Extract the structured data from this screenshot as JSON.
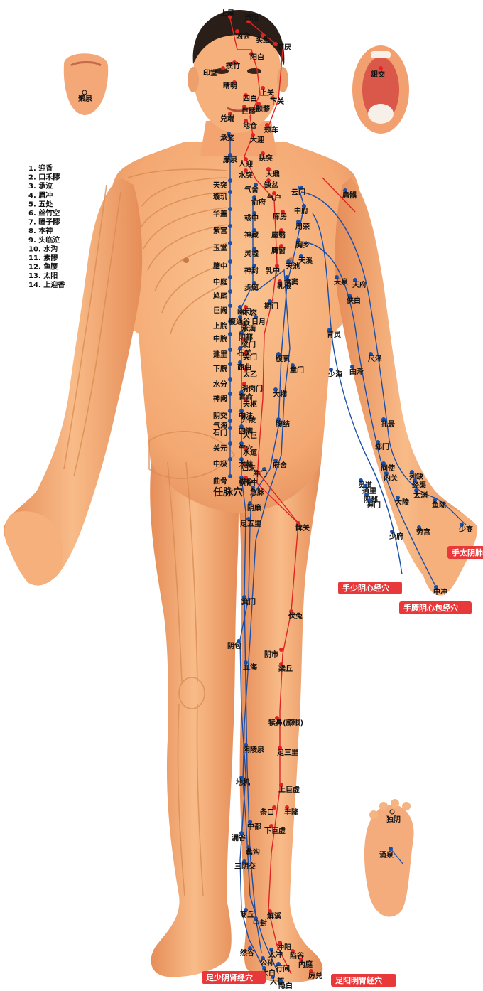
{
  "legend": [
    "1. 迎香",
    "2. 口禾髎",
    "3. 承泣",
    "4. 眉冲",
    "5. 五处",
    "6. 丝竹空",
    "7. 瞳子髎",
    "8. 本神",
    "9. 头临泣",
    "10. 水沟",
    "11. 素髎",
    "12. 鱼腰",
    "13. 太阳",
    "14. 上迎香"
  ],
  "meridian_badges": {
    "lung": "手太阴肺",
    "heart": "手少阴心经穴",
    "pericardium": "手厥阴心包经穴",
    "kidney": "足少阴肾经穴",
    "stomach": "足阳明胃经穴"
  },
  "ren_label": "任脉穴",
  "inset_labels": {
    "tongue": "聚泉",
    "mouth": "龈交",
    "foot_top": "独阴",
    "foot_sole": "涌泉"
  },
  "colors": {
    "blue": "#1a4fa8",
    "red": "#e02424",
    "badge": "#e8383a"
  },
  "points": {
    "red": [
      {
        "n": "上星"
      },
      {
        "n": "当阳"
      },
      {
        "n": "囟会"
      },
      {
        "n": "头维"
      },
      {
        "n": "额厌"
      },
      {
        "n": "阳白"
      },
      {
        "n": "攒竹"
      },
      {
        "n": "印堂"
      },
      {
        "n": "睛明"
      },
      {
        "n": "上关"
      },
      {
        "n": "四白"
      },
      {
        "n": "下关"
      },
      {
        "n": "巨髎"
      },
      {
        "n": "颧髎"
      },
      {
        "n": "地仓"
      },
      {
        "n": "颊车"
      },
      {
        "n": "兑端"
      },
      {
        "n": "大迎"
      },
      {
        "n": "人迎"
      },
      {
        "n": "扶突"
      },
      {
        "n": "水突"
      },
      {
        "n": "天鼎"
      },
      {
        "n": "缺盆"
      },
      {
        "n": "气户"
      },
      {
        "n": "库房"
      },
      {
        "n": "屋翳"
      },
      {
        "n": "膺窗"
      },
      {
        "n": "乳中"
      },
      {
        "n": "乳根"
      },
      {
        "n": "不容"
      },
      {
        "n": "承满"
      },
      {
        "n": "梁门"
      },
      {
        "n": "关门"
      },
      {
        "n": "太乙"
      },
      {
        "n": "滑肉门"
      },
      {
        "n": "天枢"
      },
      {
        "n": "外陵"
      },
      {
        "n": "大巨"
      },
      {
        "n": "水道"
      },
      {
        "n": "归来"
      },
      {
        "n": "气冲"
      },
      {
        "n": "髀关"
      },
      {
        "n": "伏兔"
      },
      {
        "n": "阴市"
      },
      {
        "n": "梁丘"
      },
      {
        "n": "犊鼻(膝眼)"
      },
      {
        "n": "足三里"
      },
      {
        "n": "上巨虚"
      },
      {
        "n": "条口"
      },
      {
        "n": "丰隆"
      },
      {
        "n": "下巨虚"
      },
      {
        "n": "解溪"
      },
      {
        "n": "冲阳"
      },
      {
        "n": "陷谷"
      },
      {
        "n": "内庭"
      },
      {
        "n": "厉兑"
      }
    ],
    "blue": [
      {
        "n": "承浆"
      },
      {
        "n": "廉泉"
      },
      {
        "n": "天突"
      },
      {
        "n": "璇玑"
      },
      {
        "n": "华盖"
      },
      {
        "n": "紫宫"
      },
      {
        "n": "玉堂"
      },
      {
        "n": "膻中"
      },
      {
        "n": "中庭"
      },
      {
        "n": "鸠尾"
      },
      {
        "n": "巨阙"
      },
      {
        "n": "上脘"
      },
      {
        "n": "中脘"
      },
      {
        "n": "建里"
      },
      {
        "n": "下脘"
      },
      {
        "n": "水分"
      },
      {
        "n": "神阙"
      },
      {
        "n": "阴交"
      },
      {
        "n": "气海"
      },
      {
        "n": "石门"
      },
      {
        "n": "关元"
      },
      {
        "n": "中极"
      },
      {
        "n": "曲骨"
      },
      {
        "n": "气舍"
      },
      {
        "n": "俞府"
      },
      {
        "n": "彧中"
      },
      {
        "n": "神藏"
      },
      {
        "n": "灵墟"
      },
      {
        "n": "神封"
      },
      {
        "n": "步廊"
      },
      {
        "n": "幽门"
      },
      {
        "n": "腹通谷"
      },
      {
        "n": "阴都"
      },
      {
        "n": "石关"
      },
      {
        "n": "商曲"
      },
      {
        "n": "肓俞"
      },
      {
        "n": "中注"
      },
      {
        "n": "四满"
      },
      {
        "n": "气穴"
      },
      {
        "n": "大赫"
      },
      {
        "n": "横骨"
      },
      {
        "n": "云门"
      },
      {
        "n": "中府"
      },
      {
        "n": "周荣"
      },
      {
        "n": "胸乡"
      },
      {
        "n": "天溪"
      },
      {
        "n": "天池"
      },
      {
        "n": "食窦"
      },
      {
        "n": "期门"
      },
      {
        "n": "日月"
      },
      {
        "n": "腹哀"
      },
      {
        "n": "章门"
      },
      {
        "n": "大横"
      },
      {
        "n": "腹结"
      },
      {
        "n": "府舍"
      },
      {
        "n": "冲门"
      },
      {
        "n": "急脉"
      },
      {
        "n": "阴廉"
      },
      {
        "n": "足五里"
      },
      {
        "n": "箕门"
      },
      {
        "n": "阴包"
      },
      {
        "n": "血海"
      },
      {
        "n": "阴陵泉"
      },
      {
        "n": "地机"
      },
      {
        "n": "中都"
      },
      {
        "n": "漏谷"
      },
      {
        "n": "蠡沟"
      },
      {
        "n": "三阴交"
      },
      {
        "n": "商丘"
      },
      {
        "n": "中封"
      },
      {
        "n": "然谷"
      },
      {
        "n": "太冲"
      },
      {
        "n": "公孙"
      },
      {
        "n": "太白"
      },
      {
        "n": "行间"
      },
      {
        "n": "大都"
      },
      {
        "n": "隐白"
      },
      {
        "n": "天泉"
      },
      {
        "n": "天府"
      },
      {
        "n": "侠白"
      },
      {
        "n": "青灵"
      },
      {
        "n": "尺泽"
      },
      {
        "n": "少海"
      },
      {
        "n": "曲泽"
      },
      {
        "n": "孔最"
      },
      {
        "n": "郄门"
      },
      {
        "n": "间使"
      },
      {
        "n": "内关"
      },
      {
        "n": "列缺"
      },
      {
        "n": "经渠"
      },
      {
        "n": "太渊"
      },
      {
        "n": "灵道"
      },
      {
        "n": "通里"
      },
      {
        "n": "阴郄"
      },
      {
        "n": "神门"
      },
      {
        "n": "大陵"
      },
      {
        "n": "鱼际"
      },
      {
        "n": "少商"
      },
      {
        "n": "少府"
      },
      {
        "n": "劳宫"
      },
      {
        "n": "中冲"
      },
      {
        "n": "渊腋"
      },
      {
        "n": "辄筋"
      },
      {
        "n": "肩髃"
      }
    ]
  }
}
